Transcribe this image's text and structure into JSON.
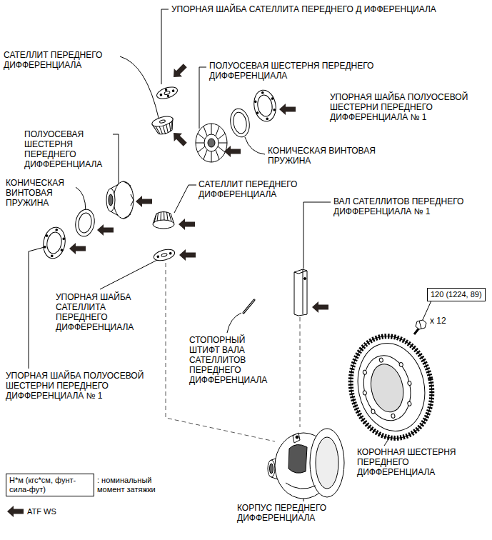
{
  "diagram": {
    "nodes": [
      {
        "text": [
          "120 (1224, 89)"
        ]
      },
      {
        "text": [
          "Н*м (кгс*см, фунт-сила-фут)"
        ]
      }
    ],
    "labels": [
      "УПОРНАЯ ШАЙБА САТЕЛЛИТА ПЕРЕДНЕГО Д ИФФЕРЕНЦИАЛА",
      "САТЕЛЛИТ ПЕРЕДНЕГО ДИФФЕРЕНЦИАЛА",
      "ПОЛУОСЕВАЯ ШЕСТЕРНЯ ПЕРЕДНЕГО ДИФФЕРЕНЦИАЛА",
      "УПОРНАЯ ШАЙБА ПОЛУОСЕВОЙ ШЕСТЕРНИ ПЕРЕДНЕГО ДИФФЕРЕНЦИАЛА № 1",
      "ПОЛУОСЕВАЯ ШЕСТЕРНЯ ПЕРЕДНЕГО ДИФФЕРЕНЦИАЛА",
      "КОНИЧЕСКАЯ ВИНТОВАЯ ПРУЖИНА",
      "КОНИЧЕСКАЯ ВИНТОВАЯ ПРУЖИНА",
      "САТЕЛЛИТ ПЕРЕДНЕГО ДИФФЕРЕНЦИАЛА",
      "ВАЛ САТЕЛЛИТОВ ПЕРЕДНЕГО ДИФФЕРЕНЦИАЛА № 1",
      "УПОРНАЯ ШАЙБА САТЕЛЛИТА ПЕРЕДНЕГО ДИФФЕРЕНЦИАЛА",
      "x 12",
      "СТОПОРНЫЙ ШТИФТ ВАЛА САТЕЛЛИТОВ ПЕРЕДНЕГО ДИФФЕРЕНЦИАЛА",
      "УПОРНАЯ ШАЙБА ПОЛУОСЕВОЙ ШЕСТЕРНИ ПЕРЕДНЕГО ДИФФЕРЕНЦИАЛА № 1",
      "КОРОННАЯ ШЕСТЕРНЯ ПЕРЕДНЕГО ДИФФЕРЕНЦИАЛА",
      "КОРПУС ПЕРЕДНЕГО ДИФФЕРЕНЦИАЛА"
    ],
    "legend": [
      {
        "text": ": номинальный момент затяжки"
      },
      {
        "text": "ATF WS"
      }
    ]
  }
}
